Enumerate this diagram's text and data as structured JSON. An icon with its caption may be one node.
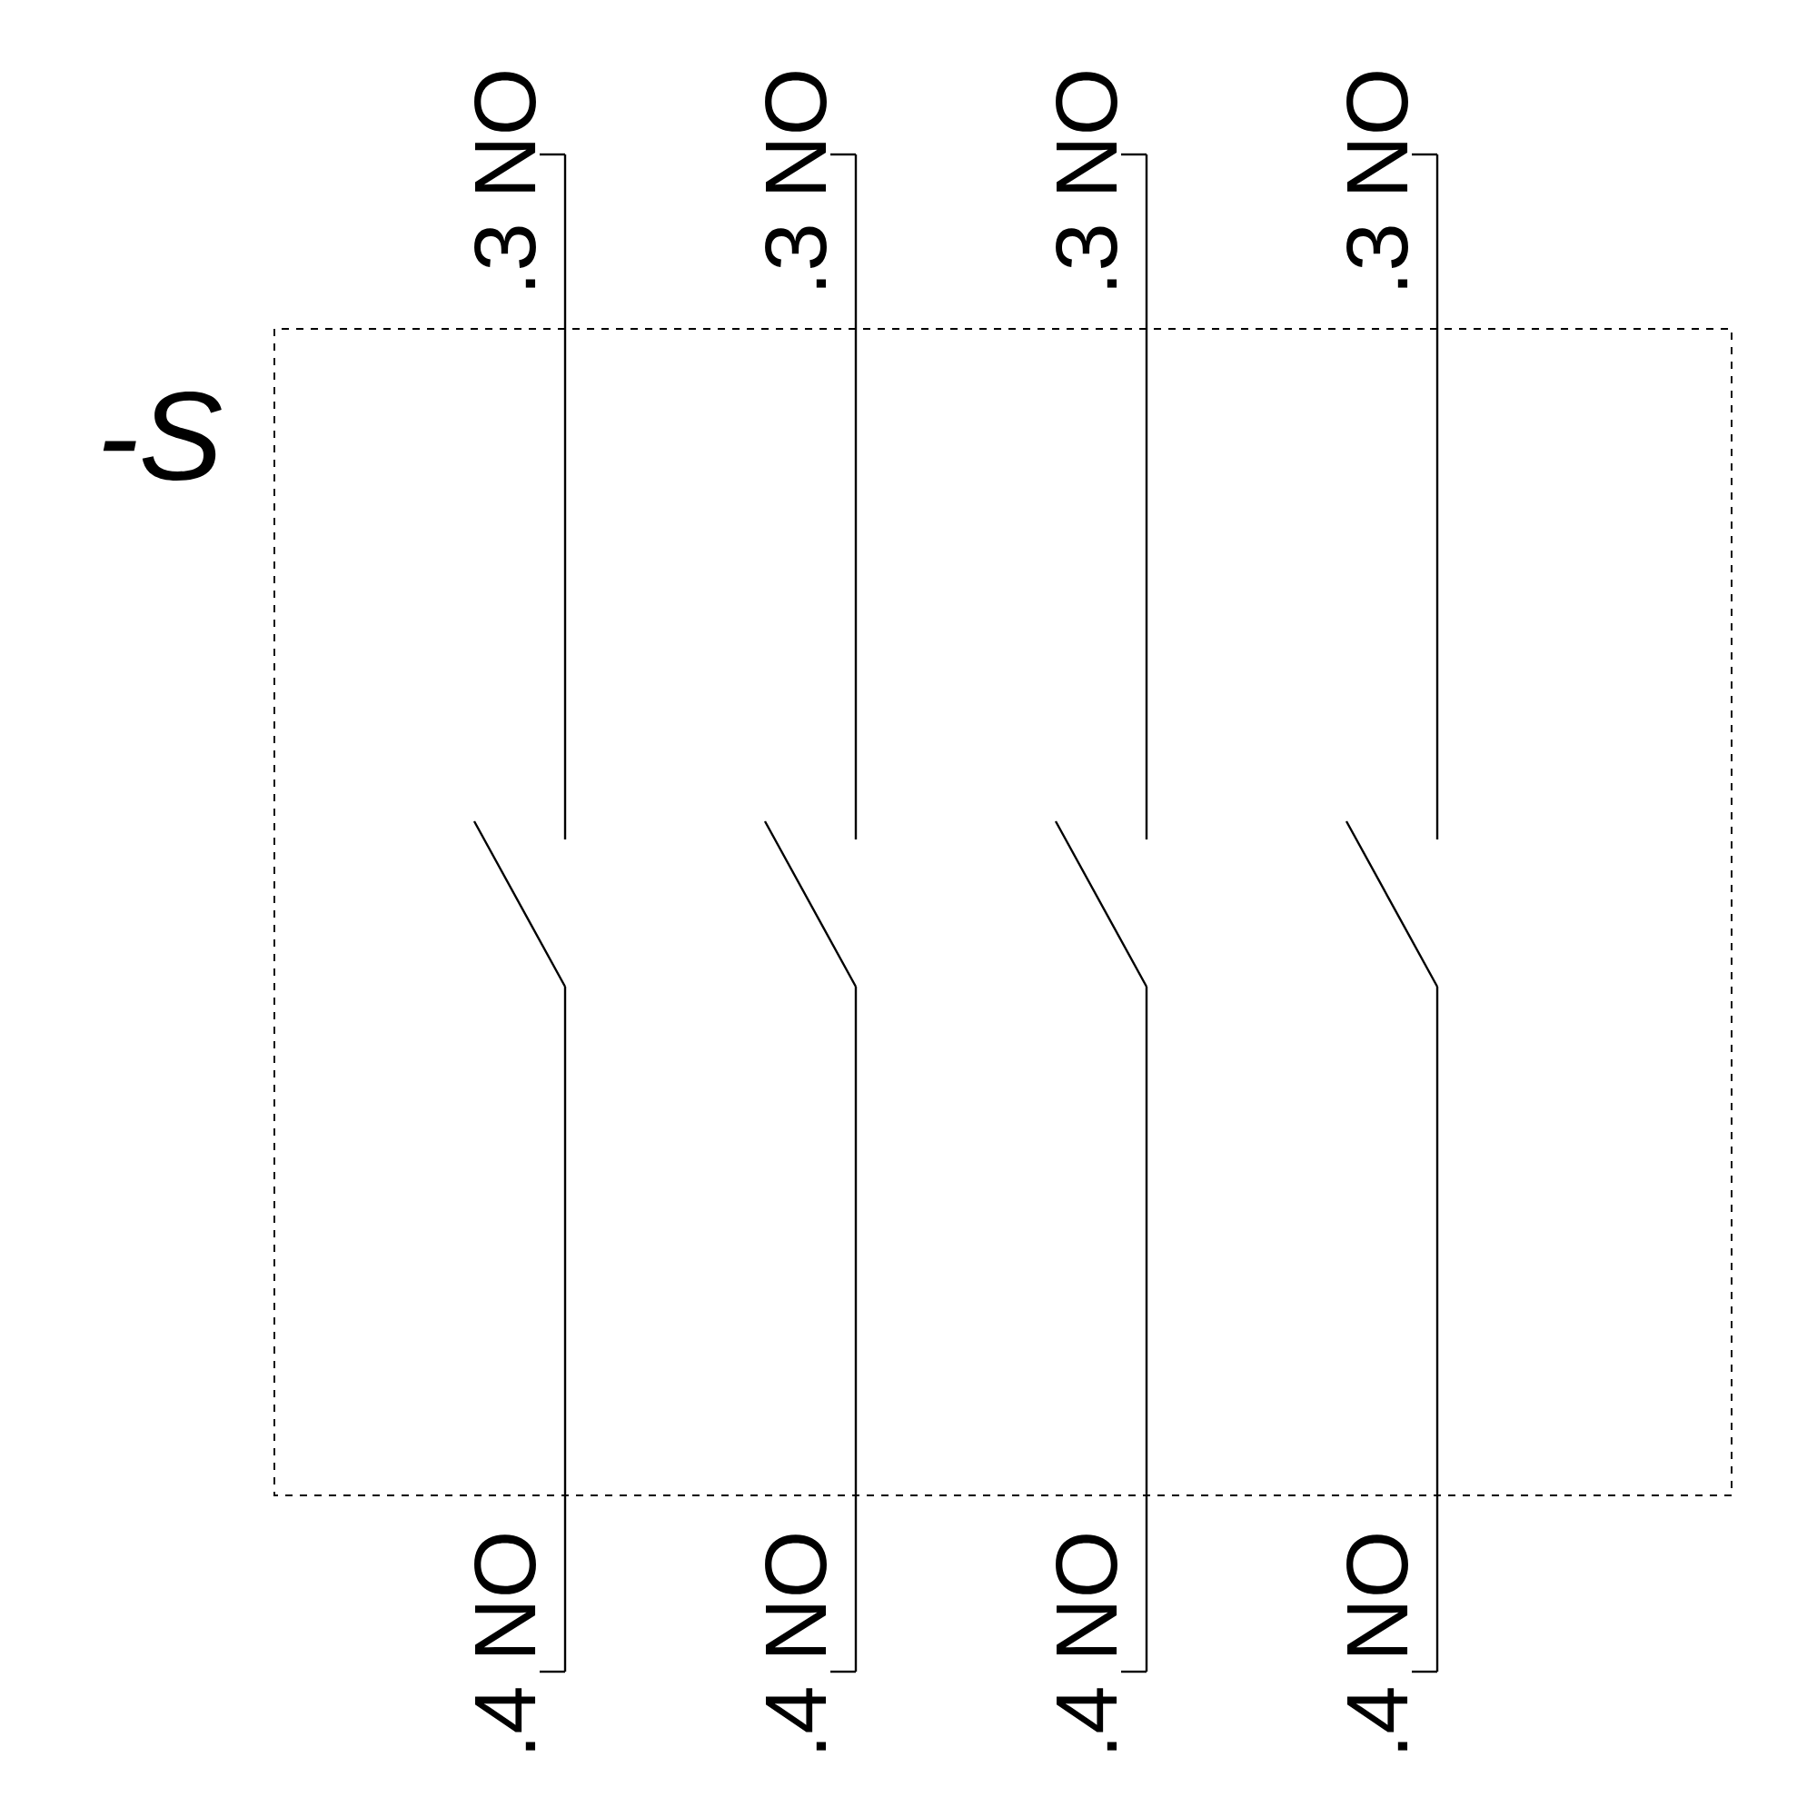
{
  "diagram": {
    "nodes": [
      {
        "text": [
          "-S"
        ]
      }
    ],
    "labels": [
      ".3 NO",
      ".3 NO",
      ".3 NO",
      ".3 NO",
      ".4 NO",
      ".4 NO",
      ".4 NO",
      ".4 NO"
    ]
  }
}
